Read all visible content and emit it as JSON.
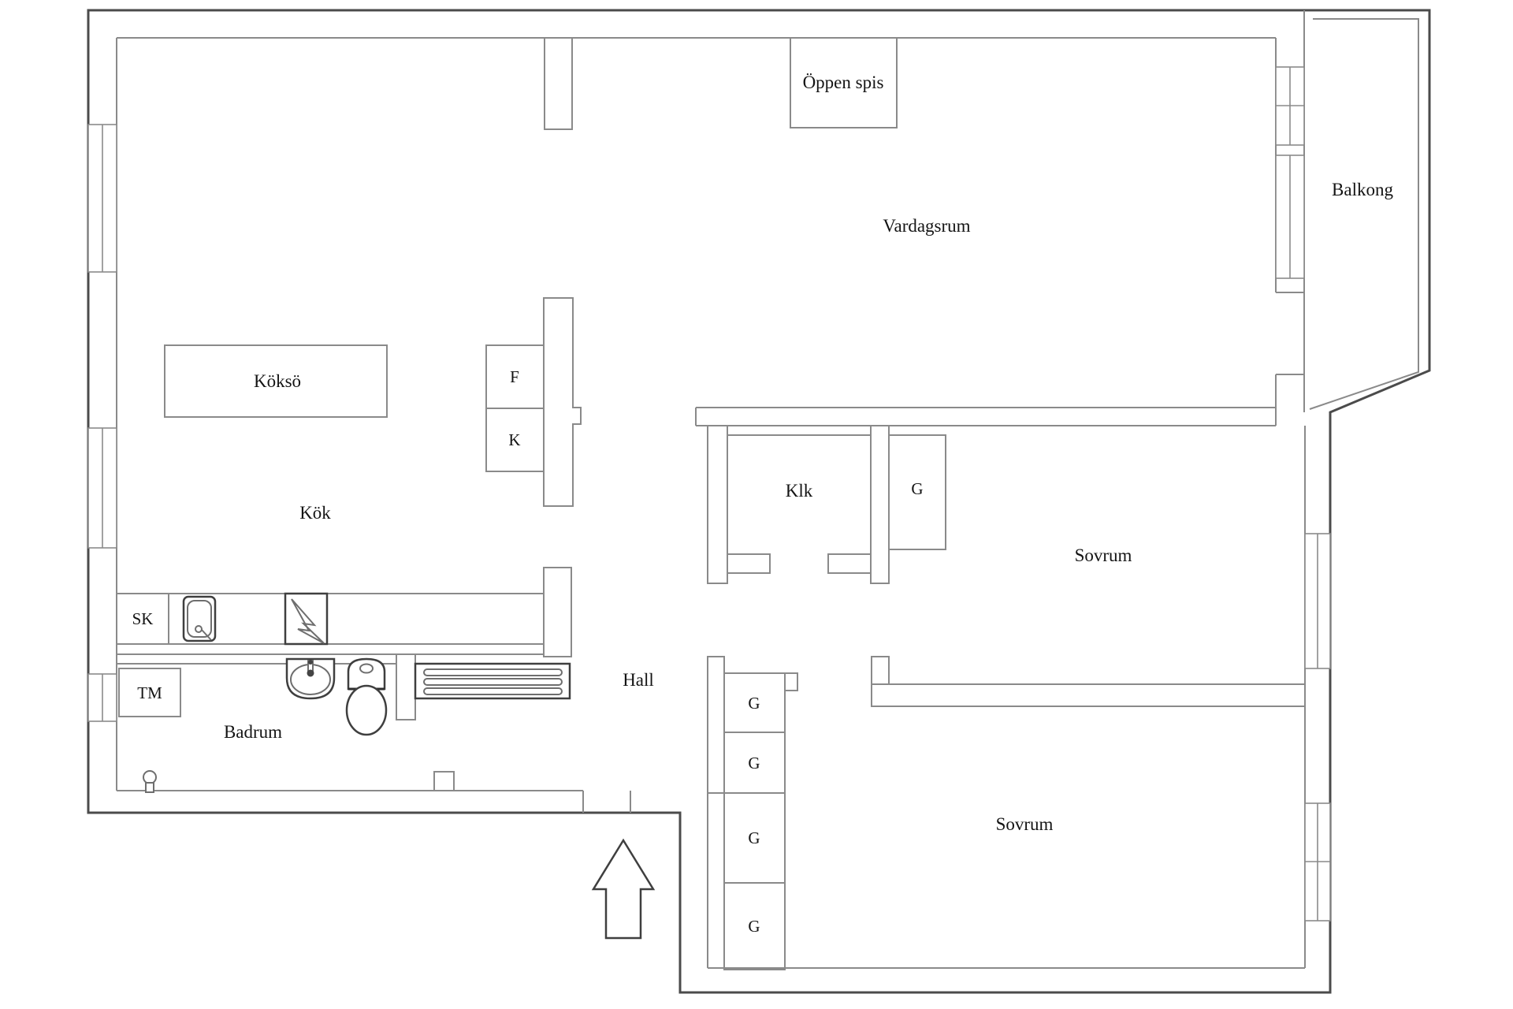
{
  "plan": {
    "type": "apartment-floor-plan",
    "language": "Swedish",
    "colors": {
      "background": "#ffffff",
      "outer_wall": "#4b4b4b",
      "inner_wall": "#8a8a8a",
      "text": "#141414"
    },
    "rooms": {
      "vardagsrum": {
        "label": "Vardagsrum",
        "meaning": "living room"
      },
      "kok": {
        "label": "Kök",
        "meaning": "kitchen"
      },
      "badrum": {
        "label": "Badrum",
        "meaning": "bathroom"
      },
      "hall": {
        "label": "Hall",
        "meaning": "hallway"
      },
      "sovrum_1": {
        "label": "Sovrum",
        "meaning": "bedroom (upper)"
      },
      "sovrum_2": {
        "label": "Sovrum",
        "meaning": "bedroom (lower)"
      },
      "klk": {
        "label": "Klk",
        "meaning": "walk-in closet"
      },
      "balkong": {
        "label": "Balkong",
        "meaning": "balcony"
      }
    },
    "features": {
      "oppen_spis": {
        "label": "Öppen spis",
        "meaning": "open fireplace"
      },
      "kokso": {
        "label": "Köksö",
        "meaning": "kitchen island"
      },
      "fridge": {
        "label": "F",
        "meaning": "fridge"
      },
      "freezer": {
        "label": "K",
        "meaning": "freezer"
      },
      "cleaning_cabinet": {
        "label": "SK",
        "meaning": "cleaning cabinet"
      },
      "washing_machine": {
        "label": "TM",
        "meaning": "washing machine"
      },
      "wardrobes": {
        "klk_side": "G",
        "column": [
          "G",
          "G",
          "G",
          "G"
        ]
      }
    },
    "icons": [
      "kitchen-sink-icon",
      "stove-icon",
      "washbasin-icon",
      "toilet-icon",
      "radiator-valve-icon",
      "hall-grille-icon",
      "entrance-arrow-icon"
    ]
  }
}
